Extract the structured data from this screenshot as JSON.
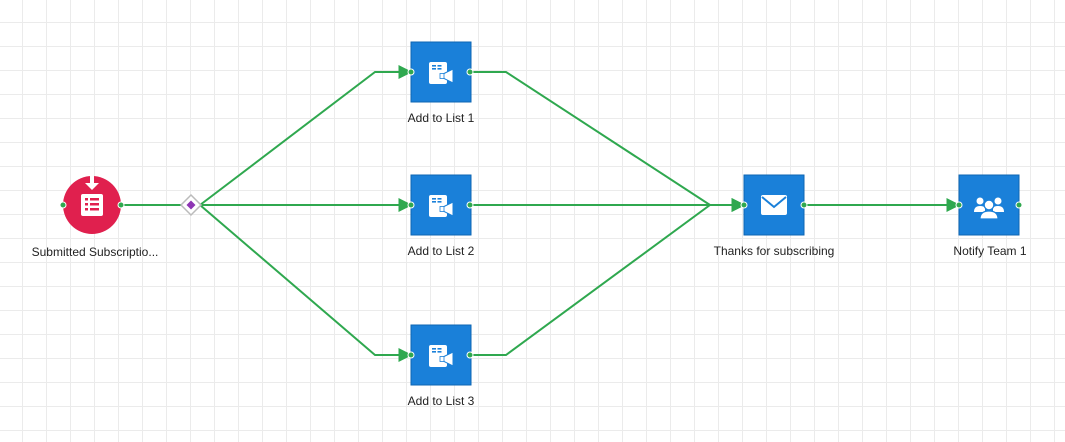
{
  "colors": {
    "edge": "#2fa84f",
    "task": "#1a80d9",
    "trigger": "#e0204e",
    "gateway": "#8e35b4",
    "icon": "#ffffff"
  },
  "nodes": {
    "trigger": {
      "label": "Submitted Subscriptio...",
      "icon": "form-download-icon"
    },
    "gateway": {
      "icon": "diamond-gateway-icon"
    },
    "list1": {
      "label": "Add to List 1",
      "icon": "list-megaphone-icon"
    },
    "list2": {
      "label": "Add to List 2",
      "icon": "list-megaphone-icon"
    },
    "list3": {
      "label": "Add to List 3",
      "icon": "list-megaphone-icon"
    },
    "email": {
      "label": "Thanks for subscribing",
      "icon": "envelope-icon"
    },
    "notify": {
      "label": "Notify Team 1",
      "icon": "team-icon"
    }
  },
  "edges": [
    [
      "trigger",
      "gateway"
    ],
    [
      "gateway",
      "list1"
    ],
    [
      "gateway",
      "list2"
    ],
    [
      "gateway",
      "list3"
    ],
    [
      "list1",
      "email"
    ],
    [
      "list2",
      "email"
    ],
    [
      "list3",
      "email"
    ],
    [
      "email",
      "notify"
    ]
  ]
}
